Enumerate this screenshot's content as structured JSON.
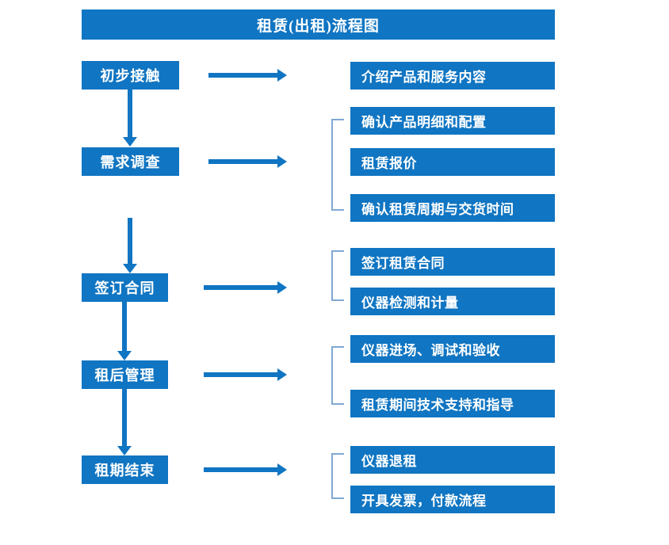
{
  "diagram": {
    "title": "租赁(出租)流程图",
    "accent_color": "#1075C2",
    "bracket_color": "#7FA8D4",
    "background_color": "#FFFFFF",
    "stages": [
      {
        "label": "初步接触"
      },
      {
        "label": "需求调查"
      },
      {
        "label": "签订合同"
      },
      {
        "label": "租后管理"
      },
      {
        "label": "租期结束"
      }
    ],
    "details": [
      {
        "label": "介绍产品和服务内容"
      },
      {
        "label": "确认产品明细和配置"
      },
      {
        "label": "租赁报价"
      },
      {
        "label": "确认租赁周期与交货时间"
      },
      {
        "label": "签订租赁合同"
      },
      {
        "label": "仪器检测和计量"
      },
      {
        "label": "仪器进场、调试和验收"
      },
      {
        "label": "租赁期间技术支持和指导"
      },
      {
        "label": "仪器退租"
      },
      {
        "label": "开具发票，付款流程"
      }
    ]
  }
}
